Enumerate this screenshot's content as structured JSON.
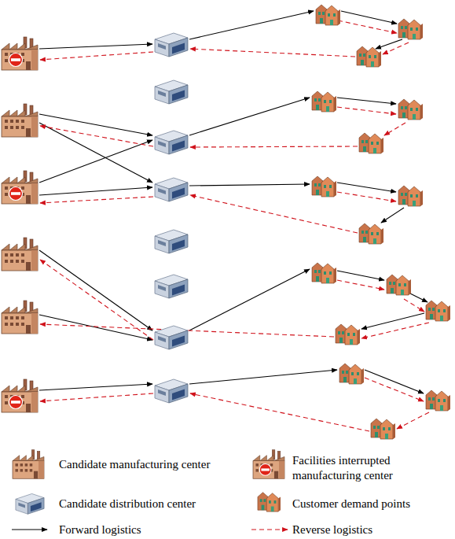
{
  "diagram": {
    "legend": [
      {
        "text": "Candidate manufacturing center"
      },
      {
        "text": "Facilities interrupted manufacturing center"
      },
      {
        "text": "Candidate distribution center"
      },
      {
        "text": "Customer demand points"
      },
      {
        "text": "Forward logistics"
      },
      {
        "text": "Reverse logistics"
      }
    ]
  }
}
